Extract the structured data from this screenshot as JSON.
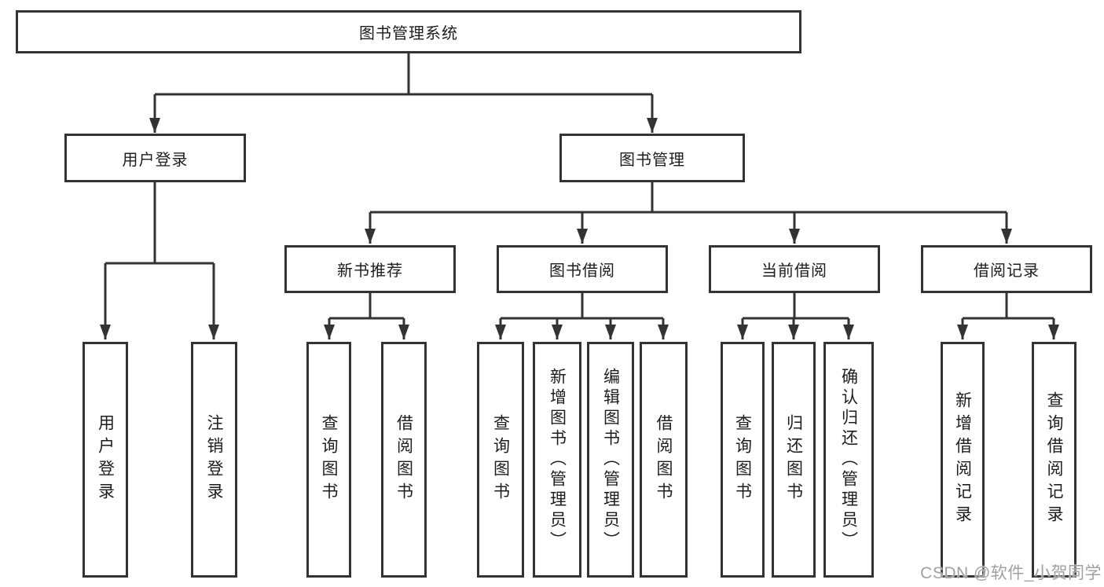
{
  "diagram": {
    "type": "hierarchy-tree",
    "root": "图书管理系统",
    "level2": [
      "用户登录",
      "图书管理"
    ],
    "level3": [
      "新书推荐",
      "图书借阅",
      "当前借阅",
      "借阅记录"
    ],
    "leaves_user_login": [
      "用户登录",
      "注销登录"
    ],
    "leaves_new_book": [
      "查询图书",
      "借阅图书"
    ],
    "leaves_book_borrow": [
      "查询图书",
      "新增图书（管理员）",
      "编辑图书（管理员）",
      "借阅图书"
    ],
    "leaves_current_borrow": [
      "查询图书",
      "归还图书",
      "确认归还（管理员）"
    ],
    "leaves_borrow_record": [
      "新增借阅记录",
      "查询借阅记录"
    ]
  },
  "watermark": "CSDN @软件_小贺同学",
  "colors": {
    "line": "#333333",
    "box_border": "#333333",
    "box_background": "#ffffff",
    "text": "#1d1d1f",
    "watermark": "#a0a0a0"
  }
}
